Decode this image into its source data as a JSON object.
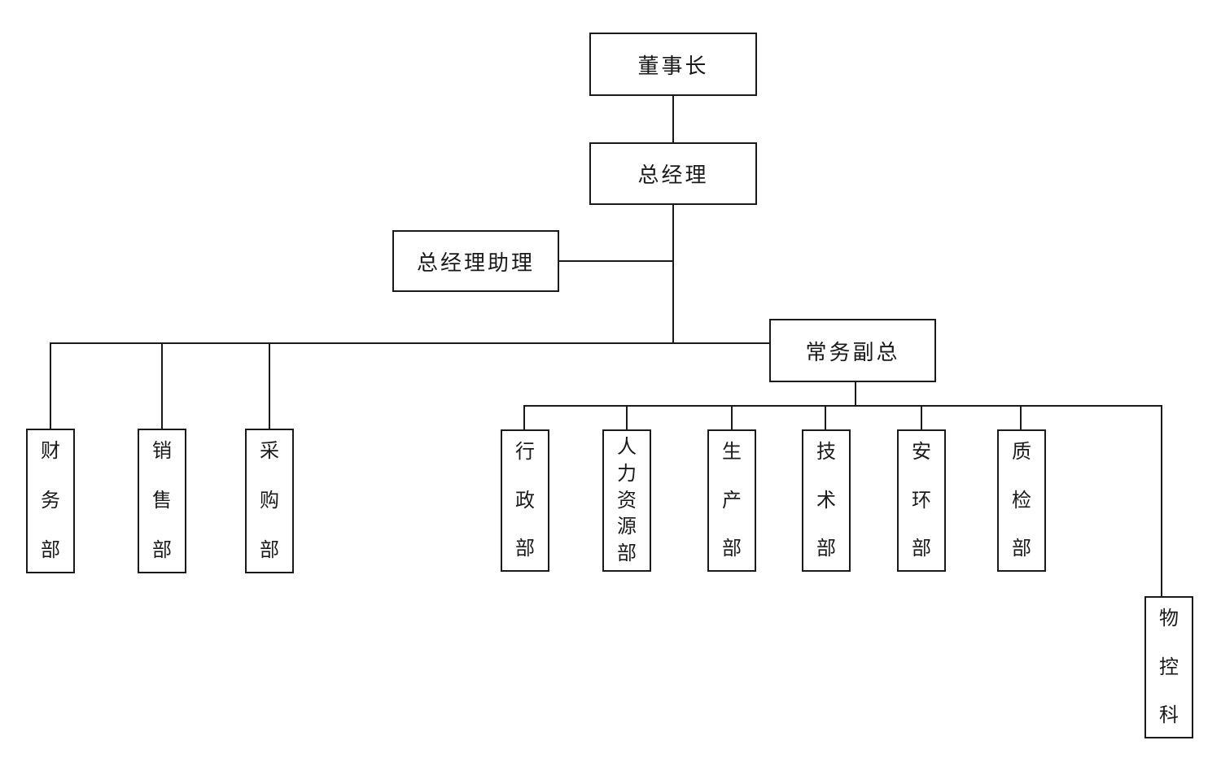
{
  "colors": {
    "background": "#ffffff",
    "line": "#1a1a1a",
    "text": "#1a1a1a"
  },
  "org_chart": {
    "nodes": {
      "chairman": {
        "label": "董事长"
      },
      "general_manager": {
        "label": "总经理"
      },
      "gm_assistant": {
        "label": "总经理助理"
      },
      "executive_vice_president": {
        "label": "常务副总"
      }
    },
    "left_departments": [
      {
        "label": "财务部"
      },
      {
        "label": "销售部"
      },
      {
        "label": "采购部"
      }
    ],
    "evp_departments": [
      {
        "label": "行政部"
      },
      {
        "label": "人力资源部"
      },
      {
        "label": "生产部"
      },
      {
        "label": "技术部"
      },
      {
        "label": "安环部"
      },
      {
        "label": "质检部"
      }
    ],
    "material_control": {
      "label": "物控科"
    },
    "hierarchy": [
      "董事长 > 总经理",
      "总经理 > 总经理助理 (staff line)",
      "总经理 > 财务部, 销售部, 采购部, 常务副总",
      "常务副总 > 行政部, 人力资源部, 生产部, 技术部, 安环部, 质检部, 物控科"
    ]
  }
}
